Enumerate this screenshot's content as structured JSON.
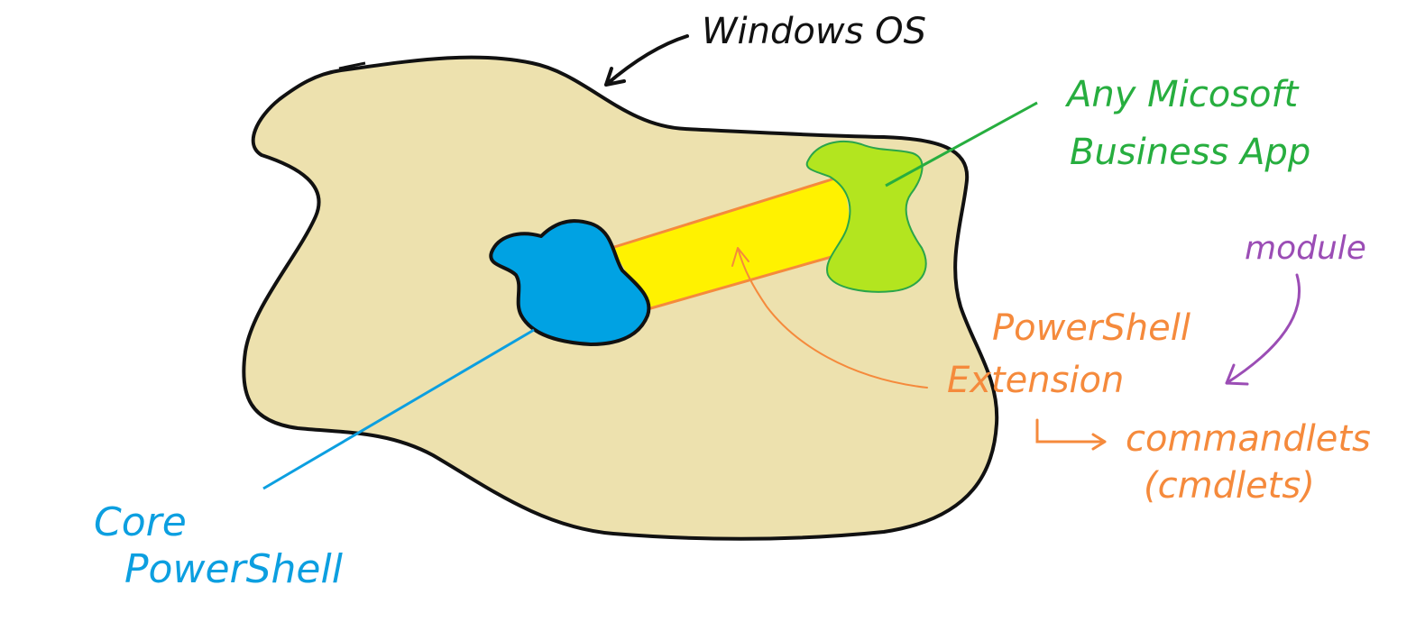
{
  "labels": {
    "windows_os": "Windows OS",
    "business_app_line1": "Any Micosoft",
    "business_app_line2": "Business App",
    "module": "module",
    "extension_line1": "PowerShell",
    "extension_line2": "Extension",
    "commandlets": "commandlets",
    "cmdlets": "(cmdlets)",
    "core_line1": "Core",
    "core_line2": "PowerShell"
  },
  "colors": {
    "windows_fill": "#ede1ae",
    "outline": "#111111",
    "core_blue": "#00a2e3",
    "app_green": "#b3e51f",
    "app_green_text": "#27ae3f",
    "extension_yellow": "#fff200",
    "extension_orange": "#f58a3c",
    "module_purple": "#9b4db5"
  }
}
